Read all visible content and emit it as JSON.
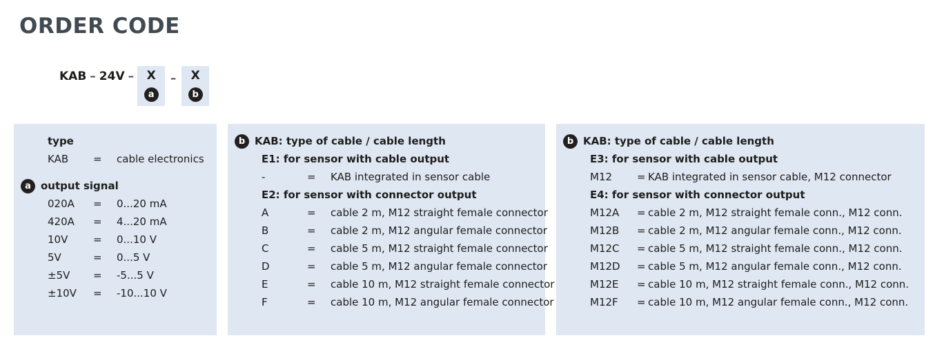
{
  "page": {
    "title": "ORDER CODE",
    "title_color": "#424a51",
    "panel_bg": "#dfe7f3",
    "badge_bg": "#231f1e"
  },
  "order_code": {
    "prefix": "KAB",
    "dash1": "–",
    "voltage": "24V",
    "dash2": "–",
    "slot_a": {
      "value": "X",
      "badge": "a"
    },
    "dash3": "–",
    "slot_b": {
      "value": "X",
      "badge": "b"
    }
  },
  "panels": [
    {
      "id": "panel-type",
      "groups": [
        {
          "badge": null,
          "heading": "type",
          "rows": [
            {
              "code": "KAB",
              "eq": "=",
              "desc": "cable electronics"
            }
          ]
        },
        {
          "badge": "a",
          "heading": "output signal",
          "rows": [
            {
              "code": "020A",
              "eq": "=",
              "desc": "0...20 mA"
            },
            {
              "code": "420A",
              "eq": "=",
              "desc": "4...20 mA"
            },
            {
              "code": "10V",
              "eq": "=",
              "desc": "0...10 V"
            },
            {
              "code": "5V",
              "eq": "=",
              "desc": "0...5 V"
            },
            {
              "code": "±5V",
              "eq": "=",
              "desc": "-5...5 V"
            },
            {
              "code": "±10V",
              "eq": "=",
              "desc": "-10...10 V"
            }
          ]
        }
      ]
    },
    {
      "id": "panel-cable-b1",
      "badge": "b",
      "heading": "KAB: type of cable / cable length",
      "sections": [
        {
          "subheading": "E1: for sensor with cable output",
          "rows": [
            {
              "code": "-",
              "eq": "=",
              "desc": "KAB integrated in sensor cable"
            }
          ]
        },
        {
          "subheading": "E2: for sensor with connector output",
          "rows": [
            {
              "code": "A",
              "eq": "=",
              "desc": "cable 2 m, M12 straight female connector"
            },
            {
              "code": "B",
              "eq": "=",
              "desc": "cable 2 m, M12 angular female connector"
            },
            {
              "code": "C",
              "eq": "=",
              "desc": "cable 5 m, M12 straight female connector"
            },
            {
              "code": "D",
              "eq": "=",
              "desc": "cable 5 m, M12 angular female connector"
            },
            {
              "code": "E",
              "eq": "=",
              "desc": "cable 10 m, M12 straight female connector"
            },
            {
              "code": "F",
              "eq": "=",
              "desc": "cable 10 m, M12 angular female connector"
            }
          ]
        }
      ]
    },
    {
      "id": "panel-cable-b2",
      "badge": "b",
      "heading": "KAB: type of cable / cable length",
      "sections": [
        {
          "subheading": "E3: for sensor with cable output",
          "rows": [
            {
              "code": "M12",
              "eq": "=",
              "desc": "KAB integrated in sensor cable, M12 connector"
            }
          ]
        },
        {
          "subheading": "E4: for sensor with connector output",
          "rows": [
            {
              "code": "M12A",
              "eq": "=",
              "desc": "cable 2 m, M12 straight female conn., M12 conn."
            },
            {
              "code": "M12B",
              "eq": "=",
              "desc": "cable 2 m, M12 angular female conn., M12 conn."
            },
            {
              "code": "M12C",
              "eq": "=",
              "desc": "cable 5 m, M12 straight female conn., M12 conn."
            },
            {
              "code": "M12D",
              "eq": "=",
              "desc": "cable 5 m, M12 angular female conn., M12 conn."
            },
            {
              "code": "M12E",
              "eq": "=",
              "desc": "cable 10 m, M12 straight female conn., M12 conn."
            },
            {
              "code": "M12F",
              "eq": "=",
              "desc": "cable 10 m, M12 angular female conn., M12 conn."
            }
          ]
        }
      ]
    }
  ]
}
